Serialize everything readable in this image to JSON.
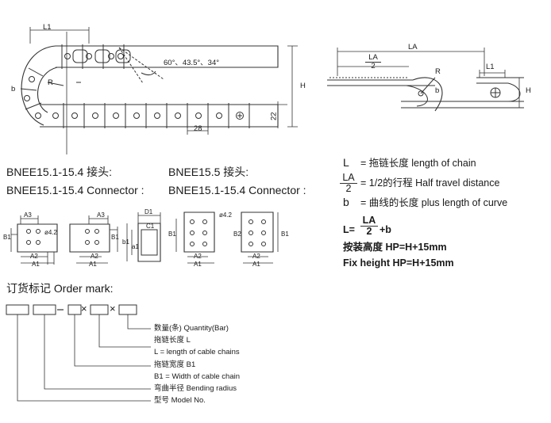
{
  "chain_side": {
    "dim_l1": "L1",
    "angles": "60°、43.5°、34°",
    "dim_r": "R",
    "dim_b": "b",
    "dim_h": "H",
    "dim_22": "22",
    "dim_28": "28"
  },
  "travel": {
    "la": "LA",
    "la_half_num": "LA",
    "la_half_den": "2",
    "r": "R",
    "b": "b",
    "l1": "L1",
    "h": "H"
  },
  "connectors": {
    "left_heading_cn": "BNEE15.1-15.4 接头:",
    "left_heading_en": "BNEE15.1-15.4 Connector :",
    "right_heading_cn": "BNEE15.5 接头:",
    "right_heading_en": "BNEE15.1-15.4 Connector :",
    "labels": {
      "a3": "A3",
      "a1": "A1",
      "a2": "A2",
      "b1": "B1",
      "b2": "B2",
      "d1": "D1",
      "c1": "C1",
      "hole": "ø4.2",
      "a_small": "a1",
      "b_small": "b1"
    }
  },
  "legend": {
    "l_sym": "L",
    "l_text": "= 拖链长度  length of chain",
    "la_num": "LA",
    "la_den": "2",
    "la_text": "= 1/2的行程  Half travel distance",
    "b_sym": "b",
    "b_text": "= 曲线的长度  plus length of curve",
    "formula_l": "L=",
    "formula_num": "LA",
    "formula_den": "2",
    "formula_plus": "+b",
    "install_cn": "按装高度 HP=H+15mm",
    "install_en": "Fix height HP=H+15mm"
  },
  "order": {
    "title": "订货标记  Order mark:",
    "x1": "×",
    "x2": "×",
    "lines": [
      "数量(条) Quantity(Bar)",
      "拖链长度 L",
      "L = length of cable chains",
      "拖链宽度 B1",
      "B1 = Width of cable chain",
      "弯曲半径 Bending radius",
      "型号 Model No."
    ]
  }
}
